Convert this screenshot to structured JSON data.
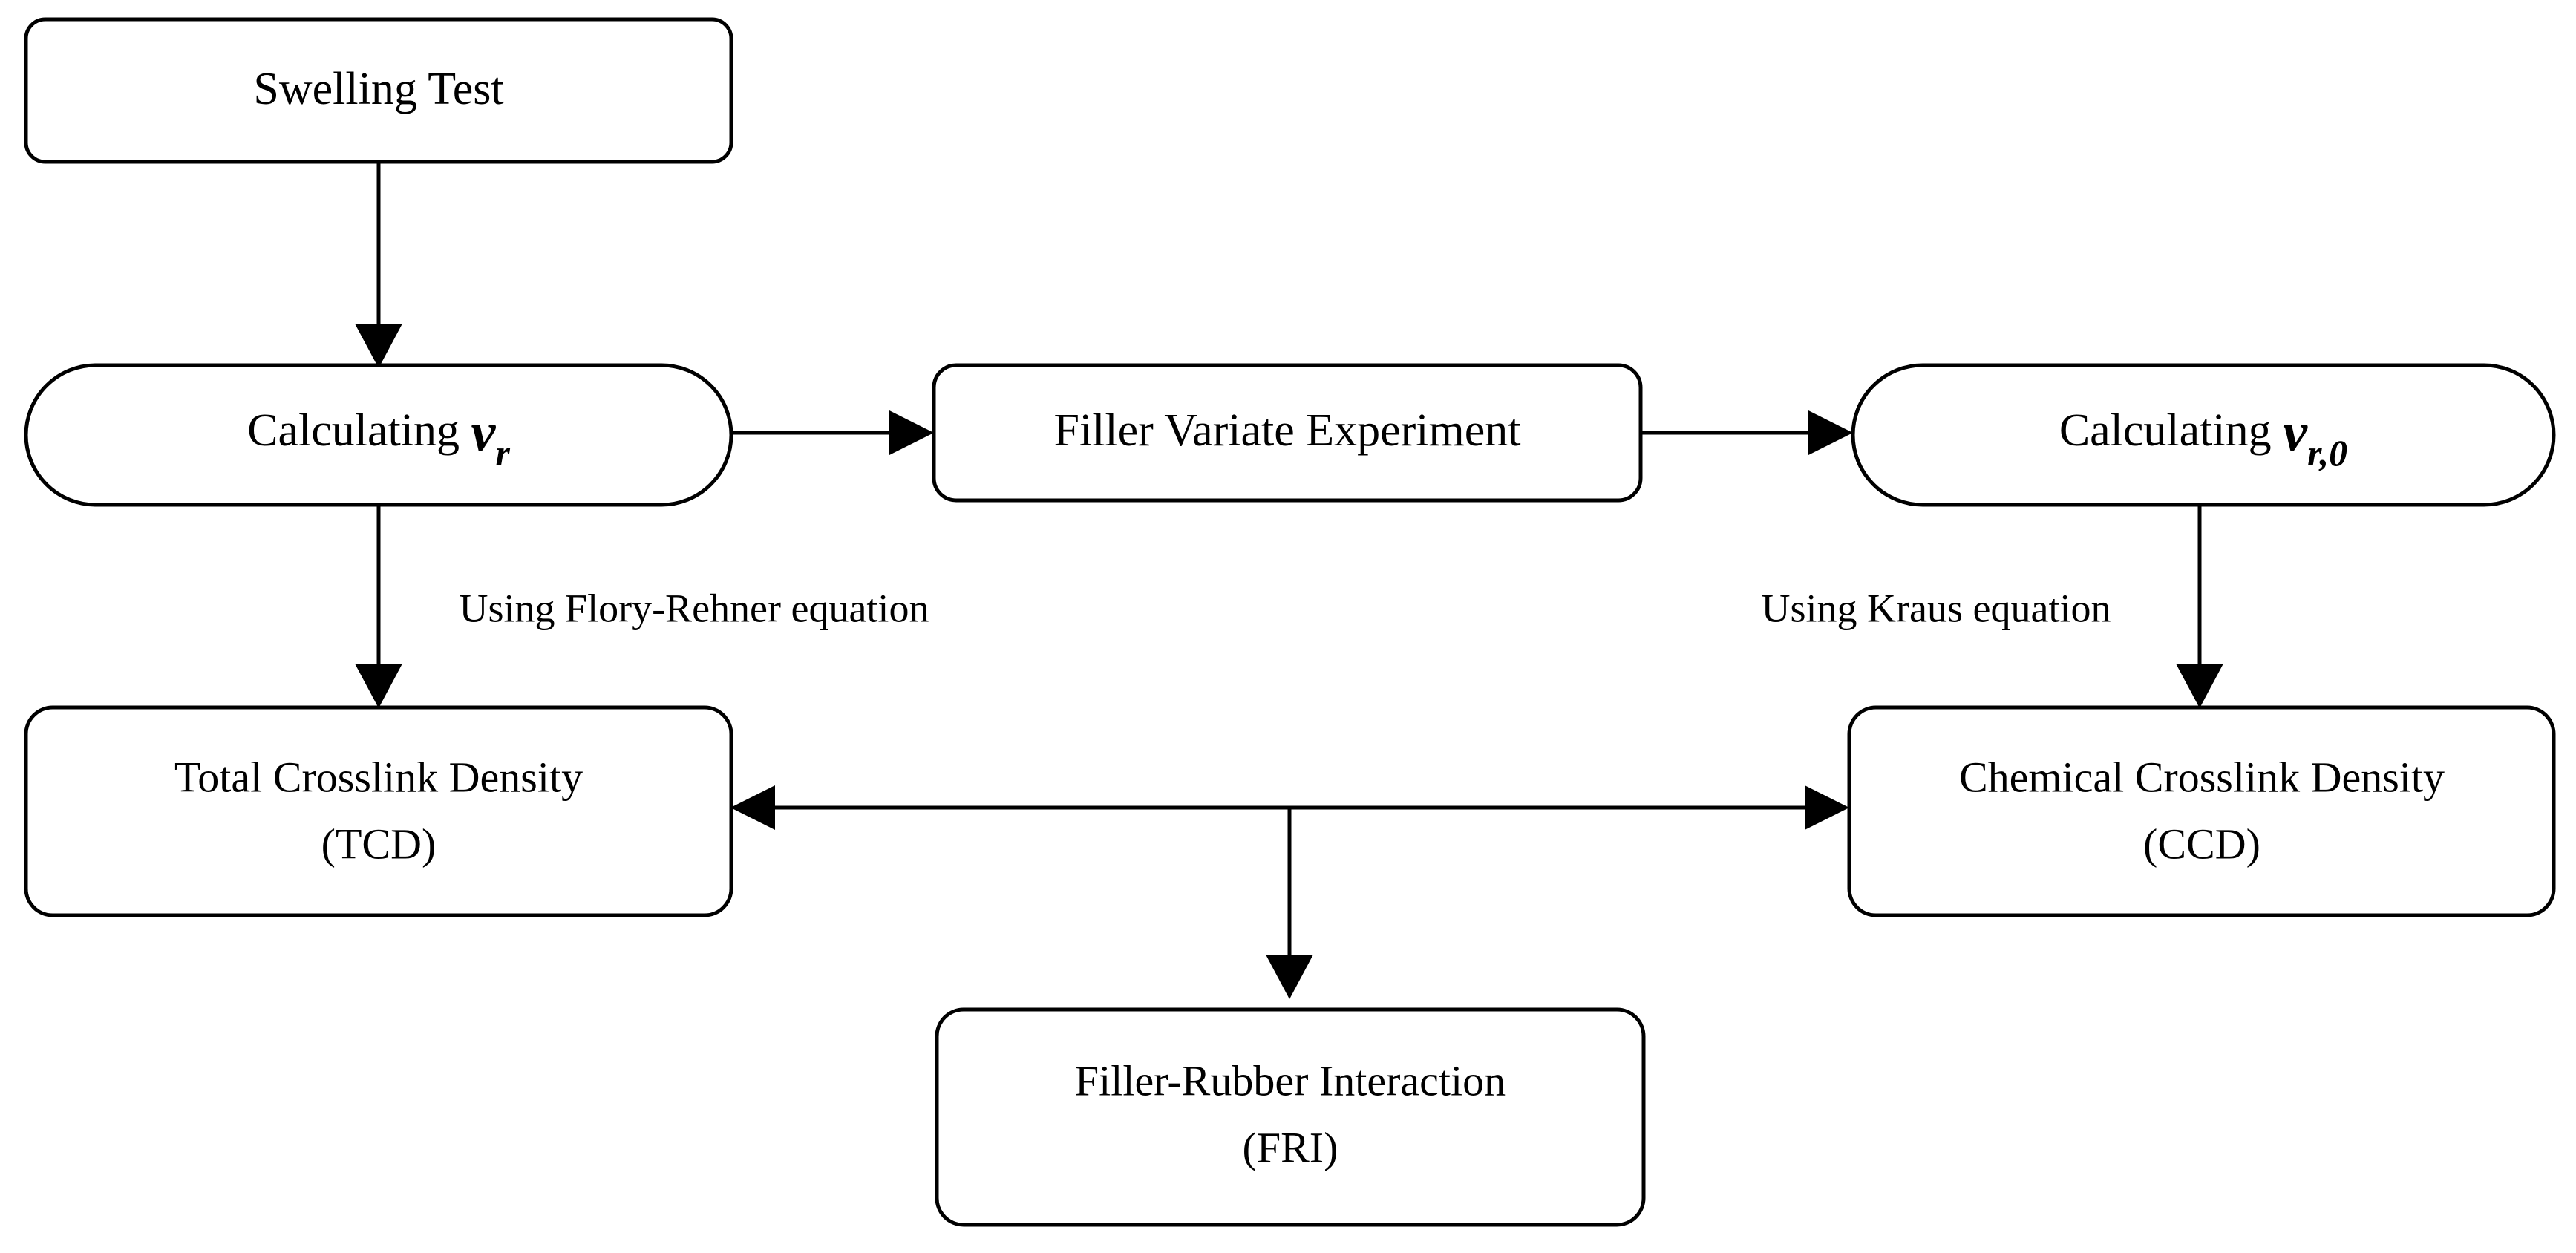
{
  "diagram": {
    "title": "Crosslink density determination flowchart",
    "background_color": "#ffffff",
    "line_color": "#000000",
    "text_color": "#000000"
  },
  "nodes": {
    "swelling_test": {
      "label": "Swelling  Test",
      "shape": "rounded-rectangle"
    },
    "calculating_vr": {
      "label_prefix": "Calculating  ",
      "symbol": "ν",
      "subscript": "r",
      "shape": "stadium"
    },
    "filler_variate_experiment": {
      "label": "Filler  Variate Experiment",
      "shape": "rounded-rectangle"
    },
    "calculating_vr0": {
      "label_prefix": "Calculating  ",
      "symbol": "ν",
      "subscript": "r,0",
      "shape": "stadium"
    },
    "total_crosslink_density": {
      "line1": "Total Crosslink  Density",
      "line2": "(TCD)",
      "shape": "rounded-rectangle"
    },
    "chemical_crosslink_density": {
      "line1": "Chemical Crosslink Density",
      "line2": "(CCD)",
      "shape": "rounded-rectangle"
    },
    "filler_rubber_interaction": {
      "line1": "Filler-Rubber  Interaction",
      "line2": "(FRI)",
      "shape": "rounded-rectangle"
    }
  },
  "edges": {
    "swelling_to_vr": {
      "label": "",
      "direction": "down"
    },
    "vr_to_filler_experiment": {
      "label": "",
      "direction": "right"
    },
    "filler_experiment_to_vr0": {
      "label": "",
      "direction": "right"
    },
    "vr_to_tcd": {
      "label": "Using Flory-Rehner  equation",
      "direction": "down"
    },
    "vr0_to_ccd": {
      "label": "Using Kraus equation",
      "direction": "down"
    },
    "tcd_ccd_bidirectional": {
      "label": "",
      "direction": "both"
    },
    "mid_to_fri": {
      "label": "",
      "direction": "down"
    }
  }
}
